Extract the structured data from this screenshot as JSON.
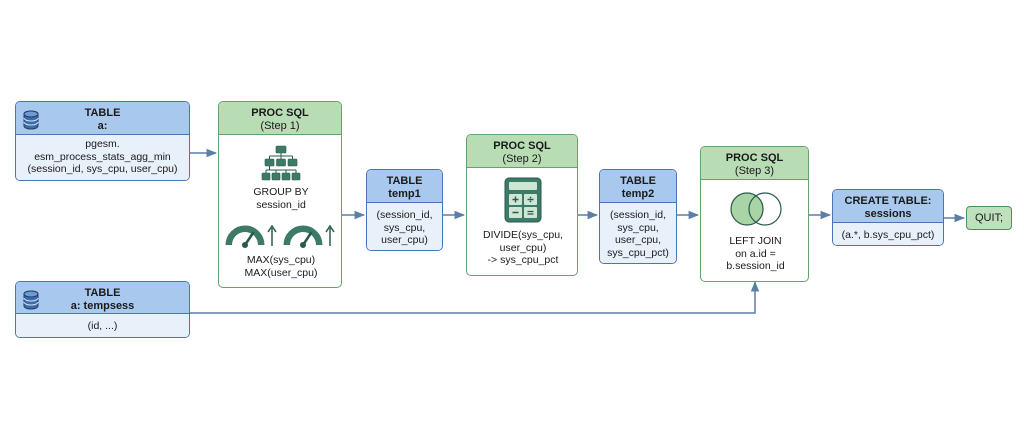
{
  "source_a": {
    "header": "TABLE",
    "name": "a:",
    "db": "pgesm.",
    "table": "esm_process_stats_agg_min",
    "columns": "(session_id, sys_cpu, user_cpu)",
    "icon": "database-icon"
  },
  "source_b": {
    "header": "TABLE",
    "name": "a: tempsess",
    "columns": "(id, ...)",
    "icon": "database-icon"
  },
  "step1": {
    "header": "PROC SQL",
    "step": "(Step 1)",
    "group_line1": "GROUP BY",
    "group_line2": "session_id",
    "agg_line1": "MAX(sys_cpu)",
    "agg_line2": "MAX(user_cpu)",
    "icons": [
      "hierarchy-icon",
      "gauge-icon",
      "gauge-icon"
    ]
  },
  "temp1": {
    "header": "TABLE",
    "name": "temp1",
    "col1": "(session_id,",
    "col2": "sys_cpu,",
    "col3": "user_cpu)"
  },
  "step2": {
    "header": "PROC SQL",
    "step": "(Step 2)",
    "op1": "DIVIDE(sys_cpu,",
    "op2": "user_cpu)",
    "op3": "-> sys_cpu_pct",
    "icon": "calculator-icon"
  },
  "temp2": {
    "header": "TABLE",
    "name": "temp2",
    "col1": "(session_id,",
    "col2": "sys_cpu,",
    "col3": "user_cpu,",
    "col4": "sys_cpu_pct)"
  },
  "step3": {
    "header": "PROC SQL",
    "step": "(Step 3)",
    "join1": "LEFT JOIN",
    "join2": "on a.id =",
    "join3": "b.session_id",
    "icon": "venn-join-icon"
  },
  "create": {
    "header": "CREATE TABLE:",
    "name": "sessions",
    "columns": "(a.*, b.sys_cpu_pct)"
  },
  "quit": {
    "label": "QUIT;"
  },
  "colors": {
    "table_border": "#4a74b4",
    "table_header": "#a9c8ee",
    "table_body": "#e8f0fa",
    "proc_border": "#64a36a",
    "proc_header": "#b8dcb4",
    "icon_green": "#3d7a67",
    "arrow": "#5d7fa6"
  }
}
